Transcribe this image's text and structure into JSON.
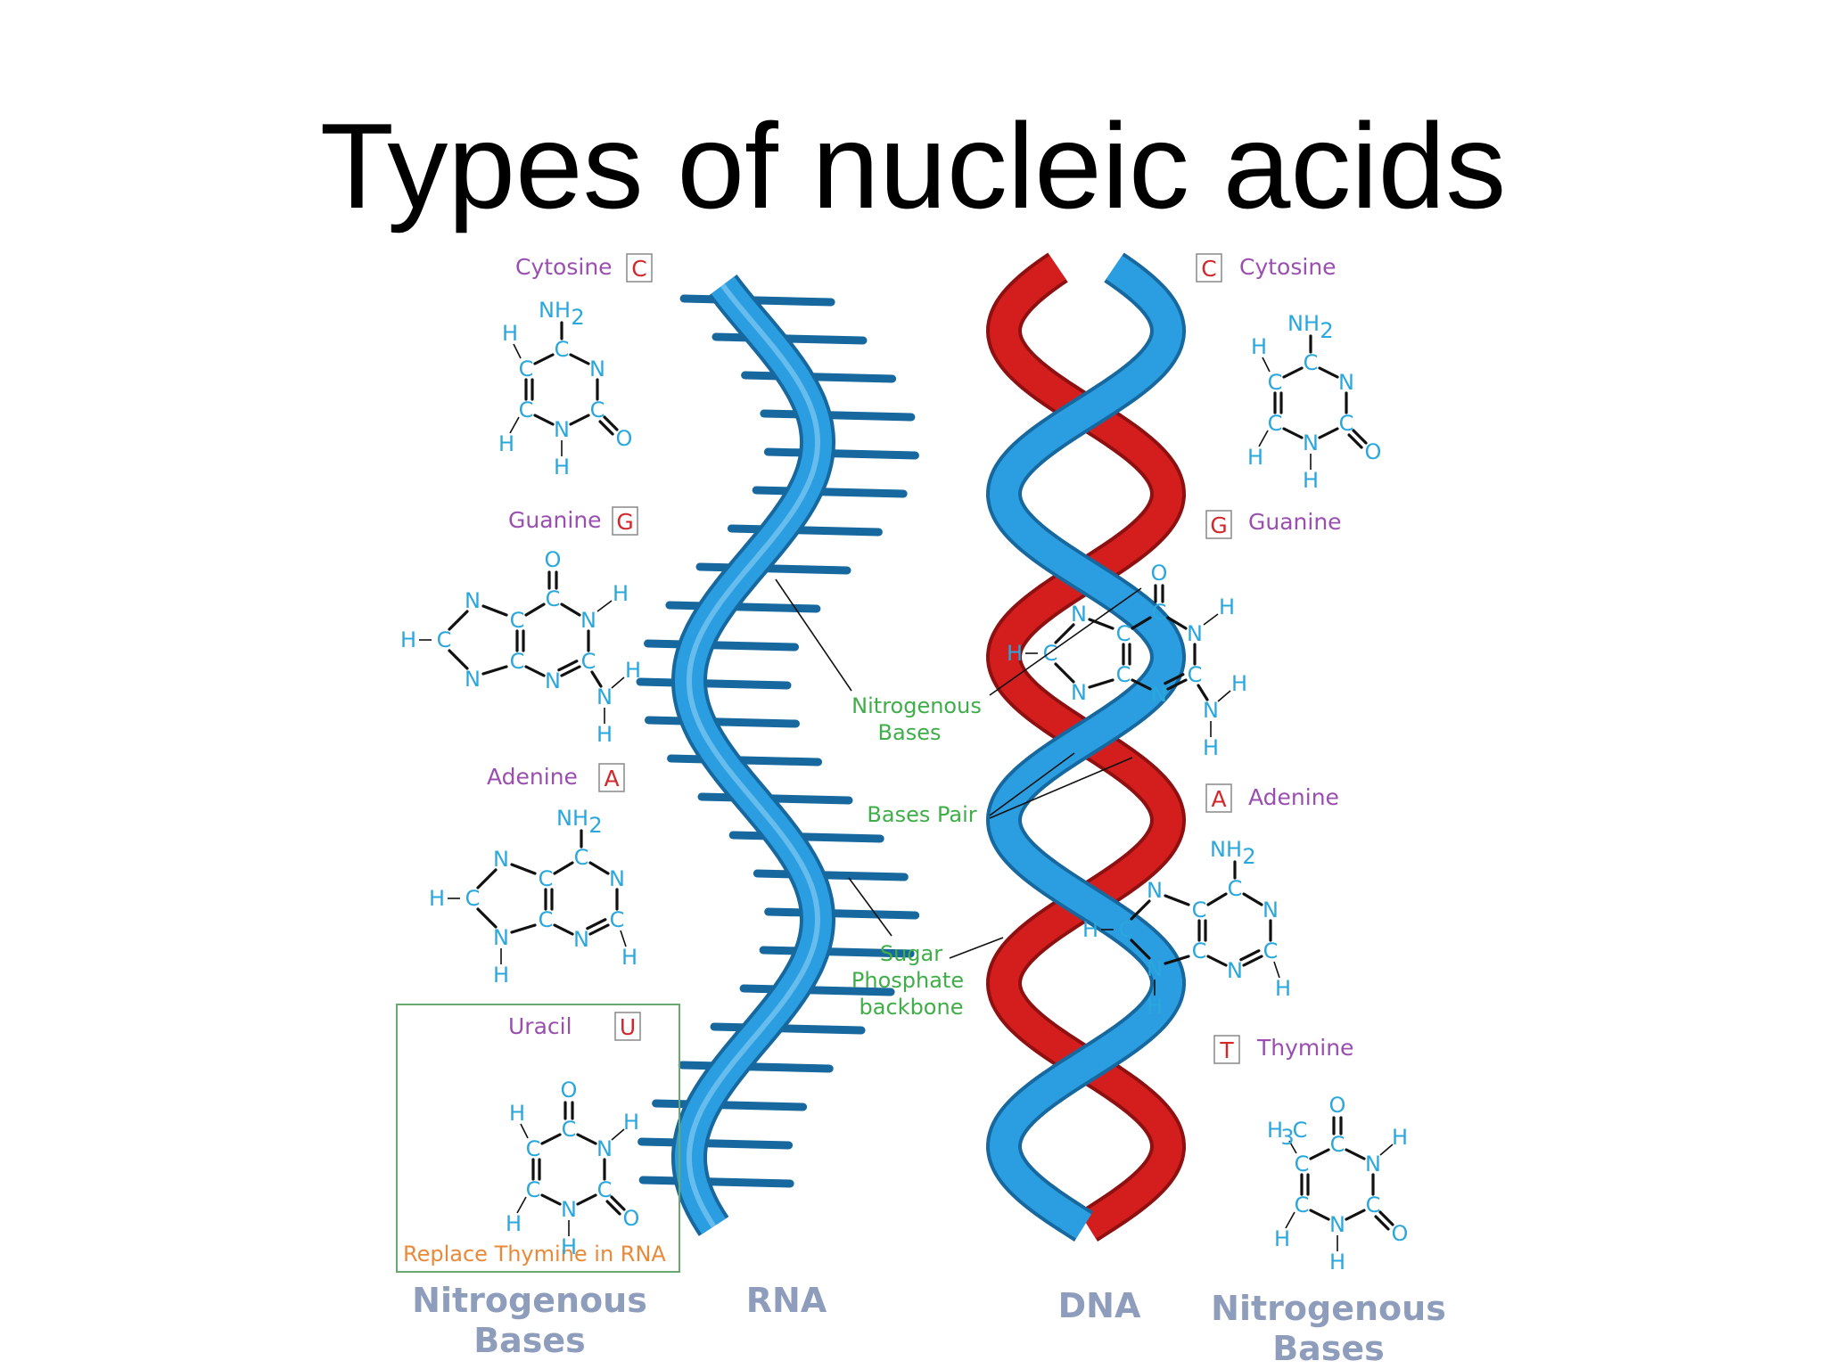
{
  "title": "Types of nucleic acids",
  "left_bases": [
    {
      "name": "Cytosine",
      "letter": "C"
    },
    {
      "name": "Guanine",
      "letter": "G"
    },
    {
      "name": "Adenine",
      "letter": "A"
    },
    {
      "name": "Uracil",
      "letter": "U"
    }
  ],
  "right_bases": [
    {
      "name": "Cytosine",
      "letter": "C"
    },
    {
      "name": "Guanine",
      "letter": "G"
    },
    {
      "name": "Adenine",
      "letter": "A"
    },
    {
      "name": "Thymine",
      "letter": "T"
    }
  ],
  "uracil_note": "Replace Thymine in RNA",
  "callouts": {
    "nitrogenous_bases": [
      "Nitrogenous",
      "Bases"
    ],
    "bases_pair": "Bases Pair",
    "sugar_phosphate": [
      "Sugar",
      "Phosphate",
      "backbone"
    ]
  },
  "footers": {
    "left": [
      "Nitrogenous",
      "Bases"
    ],
    "rna": "RNA",
    "dna": "DNA",
    "right": [
      "Nitrogenous",
      "Bases"
    ]
  },
  "atoms": {
    "C": "C",
    "N": "N",
    "H": "H",
    "O": "O",
    "NH": "NH",
    "sub2": "2",
    "H3": "H",
    "sub3": "3"
  },
  "colors": {
    "rna_strand": "#2a9ee0",
    "rna_strand_dark": "#17689e",
    "dna_red": "#d41e1e",
    "dna_blue": "#2a9ee0",
    "name_purple": "#9a4fb0",
    "letter_red": "#d0282b",
    "atom_blue": "#2aa7dc",
    "callout_green": "#3fae49",
    "footer_gray": "#8d9dbb",
    "note_orange": "#e9893a",
    "box_green": "#6aa86f"
  }
}
